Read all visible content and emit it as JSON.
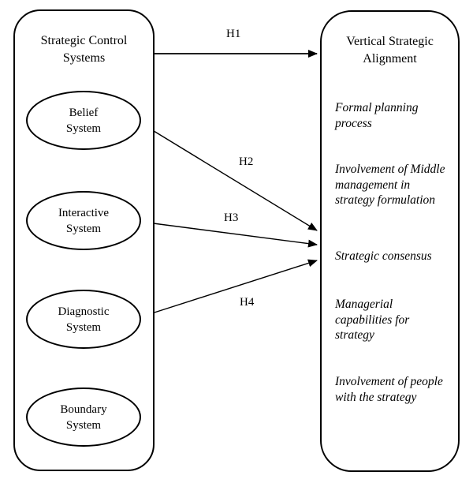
{
  "diagram": {
    "left_panel": {
      "title": "Strategic Control\nSystems",
      "ellipses": [
        {
          "id": "belief-system",
          "label": "Belief\nSystem"
        },
        {
          "id": "interactive-system",
          "label": "Interactive\nSystem"
        },
        {
          "id": "diagnostic-system",
          "label": "Diagnostic\nSystem"
        },
        {
          "id": "boundary-system",
          "label": "Boundary\nSystem"
        }
      ]
    },
    "right_panel": {
      "title": "Vertical Strategic\nAlignment",
      "items": [
        {
          "text": "Formal planning\nprocess"
        },
        {
          "text": "Involvement of Middle\nmanagement in\nstrategy formulation"
        },
        {
          "text": "Strategic consensus"
        },
        {
          "text": "Managerial\ncapabilities for\nstrategy"
        },
        {
          "text": "Involvement of people\nwith the strategy"
        }
      ]
    },
    "hypotheses": [
      {
        "label": "H1",
        "from": "Strategic Control Systems",
        "to": "Vertical Strategic Alignment"
      },
      {
        "label": "H2",
        "from": "Belief System",
        "to": "Vertical Strategic Alignment"
      },
      {
        "label": "H3",
        "from": "Interactive System",
        "to": "Vertical Strategic Alignment"
      },
      {
        "label": "H4",
        "from": "Diagnostic System",
        "to": "Vertical Strategic Alignment"
      }
    ],
    "colors": {
      "stroke": "#000000",
      "text": "#000000",
      "background": "#ffffff"
    }
  }
}
